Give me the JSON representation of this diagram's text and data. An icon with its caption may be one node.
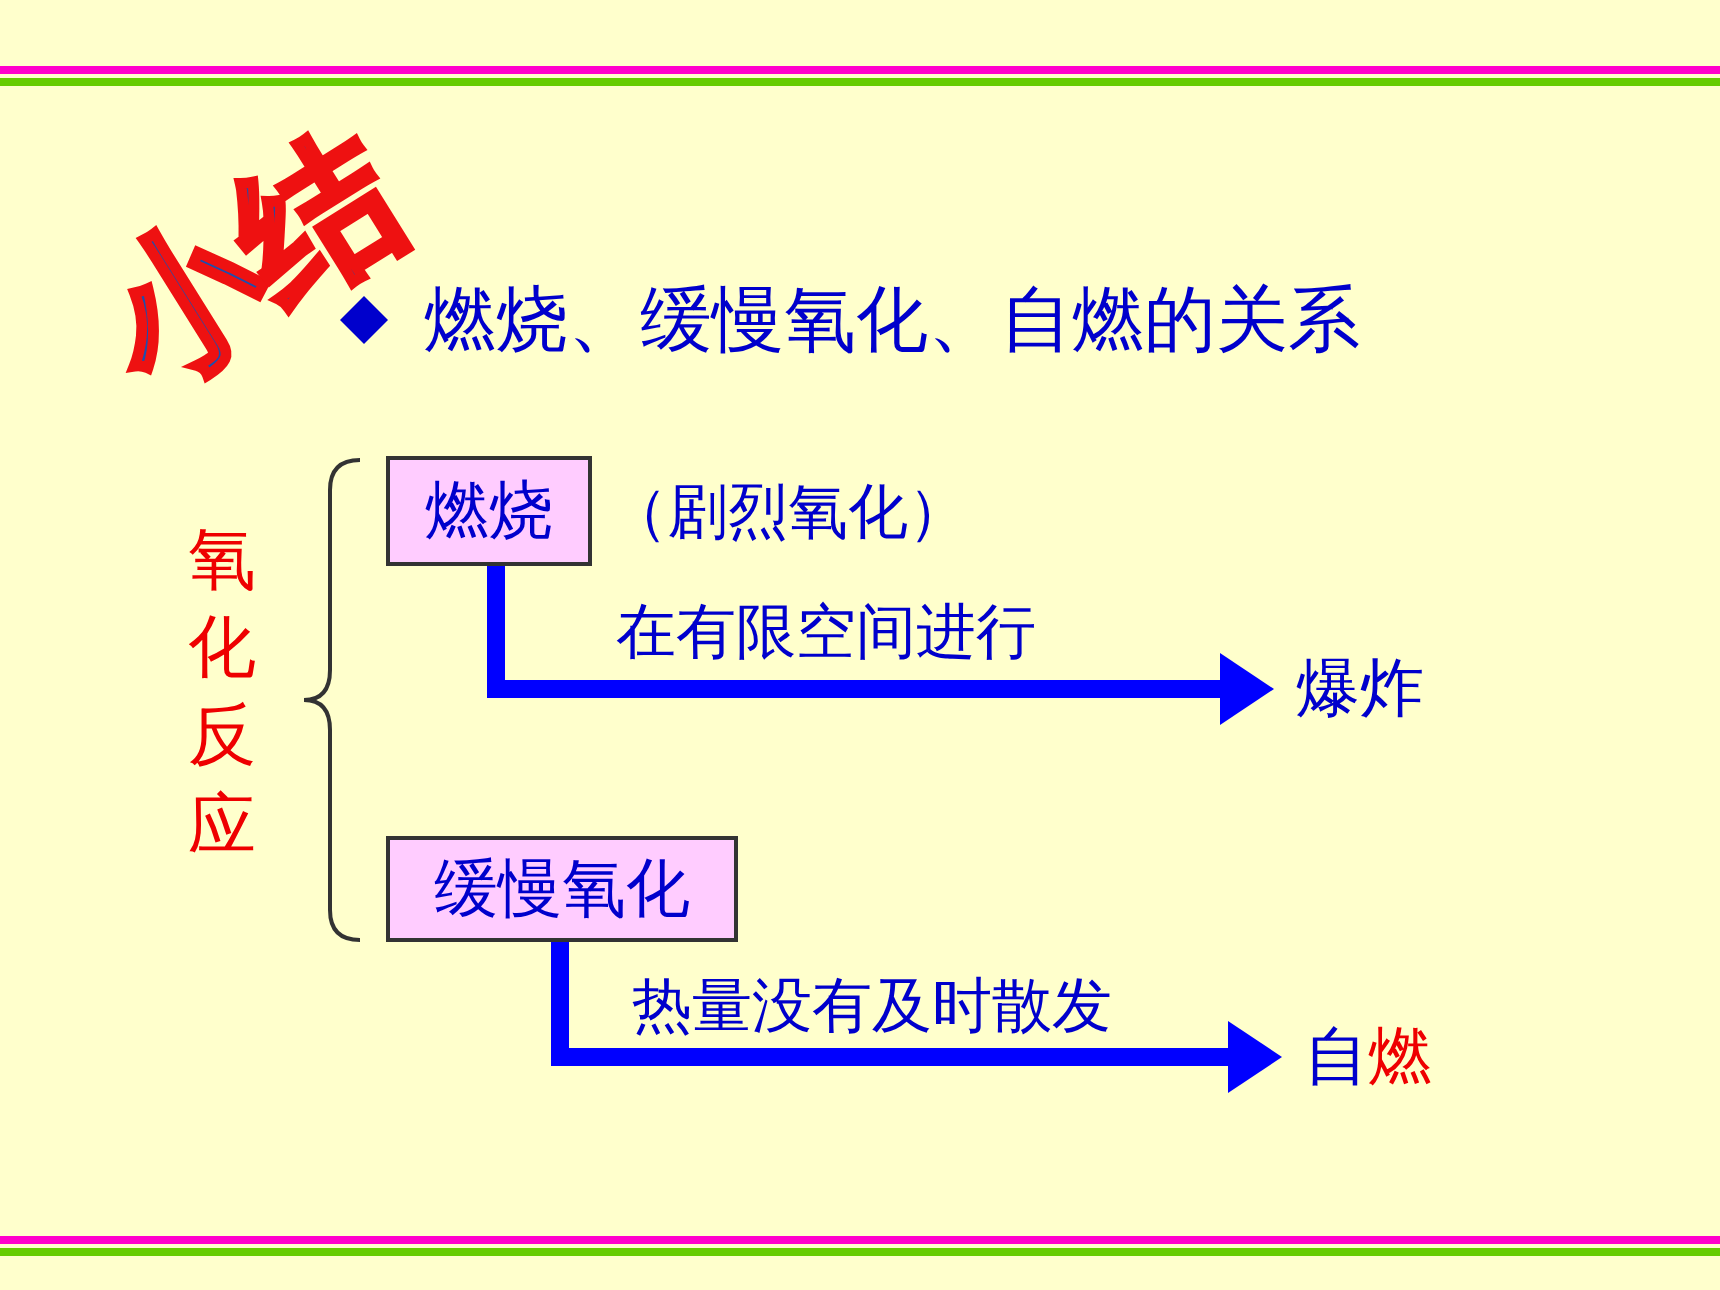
{
  "diagram": {
    "title": "燃烧、缓慢氧化、自燃的关系",
    "nodes": [
      {
        "text": [
          "燃烧"
        ],
        "beside": [
          "（剧烈氧化）"
        ]
      },
      {
        "text": [
          "爆炸"
        ]
      },
      {
        "text": [
          "缓慢氧化"
        ]
      },
      {
        "text": [
          "自燃"
        ]
      }
    ],
    "edges": [
      {
        "from": 0,
        "to": 1,
        "arrow": "to",
        "label": "在有限空间进行"
      },
      {
        "from": 2,
        "to": 3,
        "arrow": "to",
        "label": "热量没有及时散发"
      }
    ],
    "labels": [
      "小结",
      "氧化反应"
    ]
  }
}
